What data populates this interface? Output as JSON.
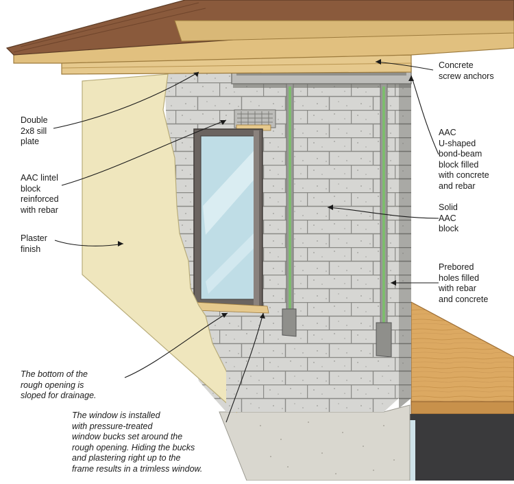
{
  "callouts": {
    "concrete_screw_anchors": "Concrete\nscrew anchors",
    "double_sill_plate": "Double\n2x8 sill\nplate",
    "aac_lintel_block": "AAC lintel\nblock\nreinforced\nwith rebar",
    "plaster_finish": "Plaster\nfinish",
    "aac_bond_beam": "AAC\nU-shaped\nbond-beam\nblock filled\nwith concrete\nand rebar",
    "solid_aac_block": "Solid\nAAC\nblock",
    "prebored_holes": "Prebored\nholes filled\nwith rebar\nand concrete",
    "sloped_opening": "The bottom of the\nrough opening is\nsloped for drainage.",
    "window_bucks": "The window is installed\nwith pressure-treated\nwindow bucks set around the\nrough opening. Hiding the bucks\nand plastering right up to the\nframe results in a trimless window."
  },
  "colors": {
    "plaster": "#efe6bd",
    "block": "#d8d8d6",
    "block_shade": "#9e9e9b",
    "wood": "#e6c98d",
    "roof_shingle": "#8a5a3c",
    "rebar": "#7bbf6a",
    "window_frame": "#6b6460",
    "glass": "#bfdde6",
    "floor": "#d9a55c",
    "ink": "#1a1a1a"
  }
}
